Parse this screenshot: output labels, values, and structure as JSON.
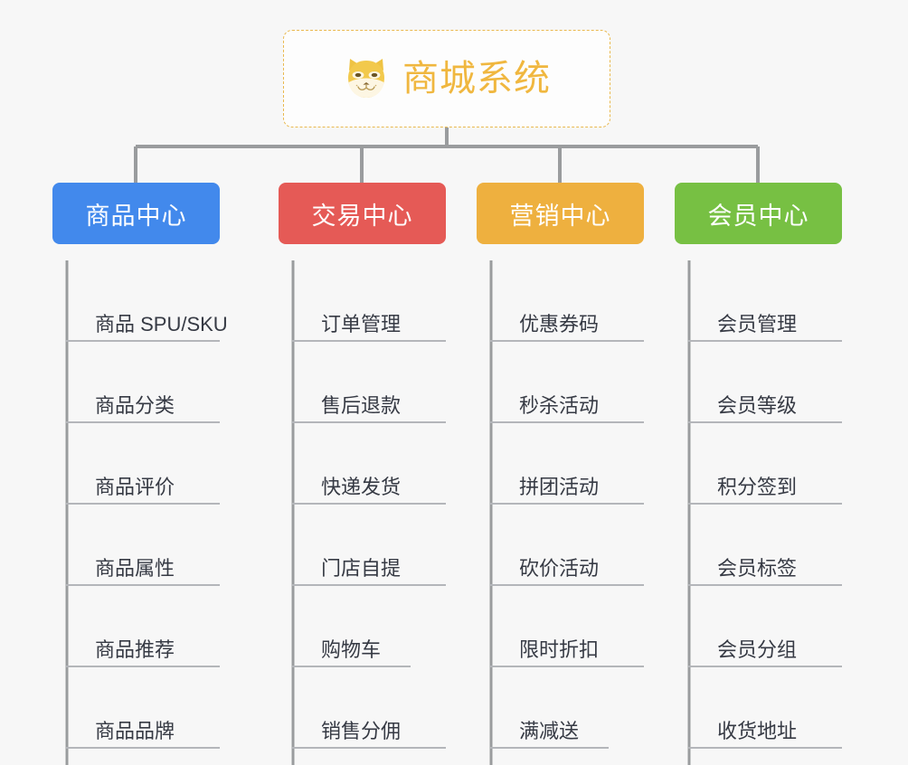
{
  "root": {
    "title": "商城系统",
    "icon": "shiba-dog-emoji",
    "border_color": "#e9b94f",
    "text_color": "#f0b73f",
    "background": "#fdfdfd"
  },
  "canvas": {
    "background": "#f7f7f7",
    "connector_color": "#9a9c9e",
    "rule_color": "#b4b6ba",
    "leaf_text_color": "#363a44"
  },
  "categories": [
    {
      "label": "商品中心",
      "color": "#4289ec",
      "color_name": "blue",
      "children": [
        "商品 SPU/SKU",
        "商品分类",
        "商品评价",
        "商品属性",
        "商品推荐",
        "商品品牌"
      ]
    },
    {
      "label": "交易中心",
      "color": "#e55a56",
      "color_name": "red",
      "children": [
        "订单管理",
        "售后退款",
        "快递发货",
        "门店自提",
        "购物车",
        "销售分佣"
      ]
    },
    {
      "label": "营销中心",
      "color": "#eeb03f",
      "color_name": "orange",
      "children": [
        "优惠券码",
        "秒杀活动",
        "拼团活动",
        "砍价活动",
        "限时折扣",
        "满减送"
      ]
    },
    {
      "label": "会员中心",
      "color": "#77c043",
      "color_name": "green",
      "children": [
        "会员管理",
        "会员等级",
        "积分签到",
        "会员标签",
        "会员分组",
        "收货地址"
      ]
    }
  ]
}
